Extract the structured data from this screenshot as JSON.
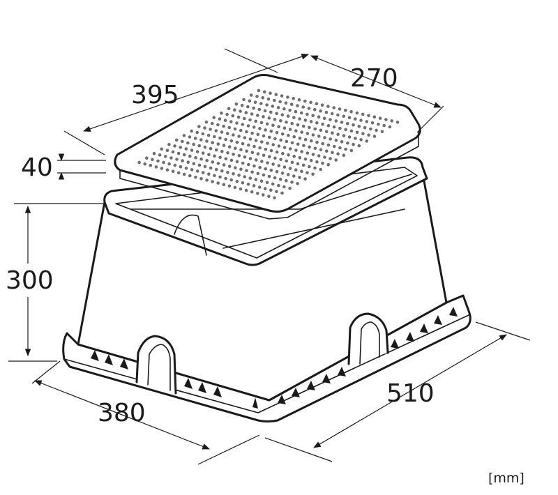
{
  "dimensions": {
    "top_length": "395",
    "top_width": "270",
    "lid_height": "40",
    "body_height": "300",
    "base_width": "380",
    "base_length": "510"
  },
  "unit_label": "[mm]",
  "colors": {
    "line": "#1a1a1a",
    "perforation": "#6e6e6e",
    "background": "#ffffff"
  }
}
